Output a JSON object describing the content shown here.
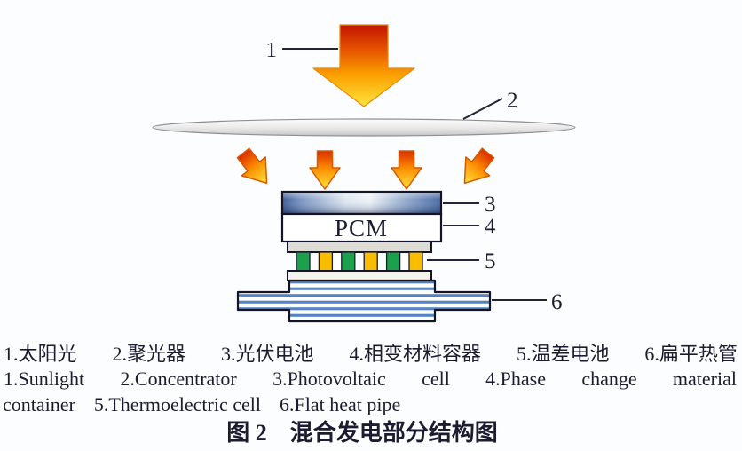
{
  "figure": {
    "caption": "图 2　混合发电部分结构图",
    "pcm_label": "PCM"
  },
  "callouts": {
    "n1": "1",
    "n2": "2",
    "n3": "3",
    "n4": "4",
    "n5": "5",
    "n6": "6"
  },
  "legend": {
    "cn": [
      "1.太阳光",
      "2.聚光器",
      "3.光伏电池",
      "4.相变材料容器",
      "5.温差电池",
      "6.扁平热管"
    ],
    "en1": [
      "1.Sunlight",
      "2.Concentrator",
      "3.Photovoltaic",
      "cell",
      "4.Phase",
      "change",
      "material"
    ],
    "en2": [
      "container",
      "5.Thermoelectric cell",
      "6.Flat heat pipe"
    ]
  },
  "colors": {
    "arrow_red_top": "#c31300",
    "arrow_yellow_tip": "#ffe53c",
    "tec_green": "#1da04b",
    "tec_yellow": "#f8bd00",
    "heatpipe_stripe_blue": "#5583c6",
    "pv_dark_blue": "#3f5e9a",
    "outline_dark": "#141428",
    "text_dark": "#1c1c30"
  }
}
